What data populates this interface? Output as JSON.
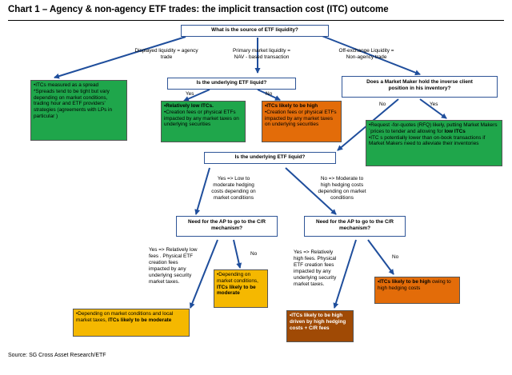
{
  "title": "Chart 1 – Agency & non-agency ETF trades: the implicit transaction cost (ITC) outcome",
  "source": "Source: SG Cross Asset Research/ETF",
  "questions": {
    "q_root": "What is the source of ETF liquidity?",
    "q_underlying_top": "Is the underlying ETF liquid?",
    "q_mm_line1": "Does a Market Maker hold the inverse client",
    "q_mm_line2": "position in his inventory?",
    "q_underlying_mid": "Is the underlying ETF liquid?",
    "q_ap_left_line1": "Need for the AP to go to the C/R",
    "q_ap_left_line2": "mechanism?",
    "q_ap_right_line1": "Need for the AP to go to the C/R",
    "q_ap_right_line2": "mechanism?"
  },
  "branch_labels": {
    "displayed": [
      "Displayed liquidity = agency",
      "trade"
    ],
    "primary": [
      "Primary market liquidity =",
      "NAV - based transaction"
    ],
    "offexchange": [
      "Off-exchange Liquidity =",
      "Non-agency trade"
    ],
    "yes_top": "Yes",
    "no_top": "No",
    "no_mm": "No",
    "yes_mm": "Yes",
    "yes_low": [
      "Yes => Low to",
      "moderate  hedging",
      "costs depending on",
      "market conditions"
    ],
    "no_moderate": [
      "No => Moderate  to",
      "high hedging costs",
      "depending on market",
      "conditions"
    ],
    "yes_rel_low": [
      "Yes => Relatively   low",
      "fees . Physical ETF",
      "creation  fees",
      "impacted  by any",
      "underlying security",
      "market taxes."
    ],
    "no_left": "No",
    "yes_rel_high": [
      "Yes => Relatively",
      "high fees. Physical",
      "ETF creation  fees",
      "impacted  by any",
      "underlying security",
      "market taxes."
    ],
    "no_right": "No"
  },
  "outcomes": {
    "spread": [
      "•ITCs measured  as a spread",
      "*Spreads  tend to be tight but vary depending on market conditions, trading hour and ETF providers' strategies (agreements  with LPs in particular )"
    ],
    "low_itc_strong": "•Relatively  low ITCs.",
    "low_itc_rest": "•Creation  fees  or physical  ETFs impacted by any market taxes on underlying securities",
    "high_itc_strong": "•ITCs likely to be high",
    "high_itc_rest": "•Creation  fees  or physical ETFs impacted by any market taxes on underlying securities",
    "rfq": [
      "•Request -for-quotes (RFQ) likely,  putting Market Makers ´prices  to tender and allowing for",
      "low ITCs",
      "•ITC s potentially lower  than on-book transactions if  Market Makers need to alleviate  their inventories"
    ],
    "depending_pre": "•Depending on market conditions,",
    "depending_strong": "ITCs likely to be moderate",
    "bottom_yellow_pre": "•Depending  on market  conditions and local  market taxes,",
    "bottom_yellow_strong": "ITCs likely to be moderate",
    "high_hedging_strong": "•ITCs likely to be high",
    "high_hedging_rest": "owing  to high hedging costs",
    "brown": "•ITCs likely to be high driven by high hedging costs + C/R fees"
  },
  "colors": {
    "green": "#1fa64b",
    "orange": "#e36c09",
    "yellow": "#f5b800",
    "brown": "#a04a05",
    "question_border": "#2f5597"
  }
}
